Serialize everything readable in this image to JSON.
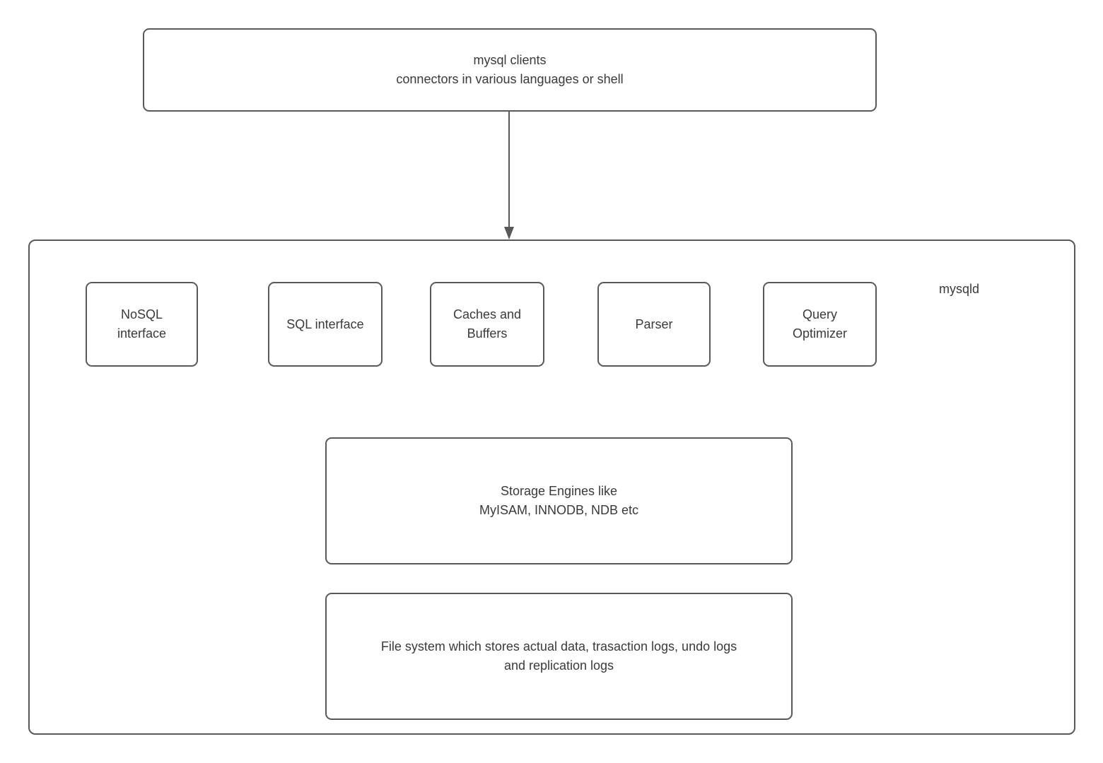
{
  "diagram": {
    "title_semantics": "MySQL architecture diagram",
    "clients_box": {
      "label": "mysql clients\nconnectors in various languages or shell"
    },
    "connector": {
      "name": "clients-to-mysqld-arrow",
      "direction": "down"
    },
    "mysqld": {
      "label": "mysqld",
      "components": [
        {
          "label": "NoSQL\ninterface"
        },
        {
          "label": "SQL interface"
        },
        {
          "label": "Caches and\nBuffers"
        },
        {
          "label": "Parser"
        },
        {
          "label": "Query\nOptimizer"
        }
      ],
      "storage_box": {
        "label": "Storage Engines like\nMyISAM, INNODB, NDB etc"
      },
      "filesystem_box": {
        "label": "File system which stores actual data, trasaction logs, undo logs\nand replication logs"
      }
    },
    "colors": {
      "border": "#595959",
      "text": "#3a3a3a",
      "background": "#ffffff"
    }
  }
}
